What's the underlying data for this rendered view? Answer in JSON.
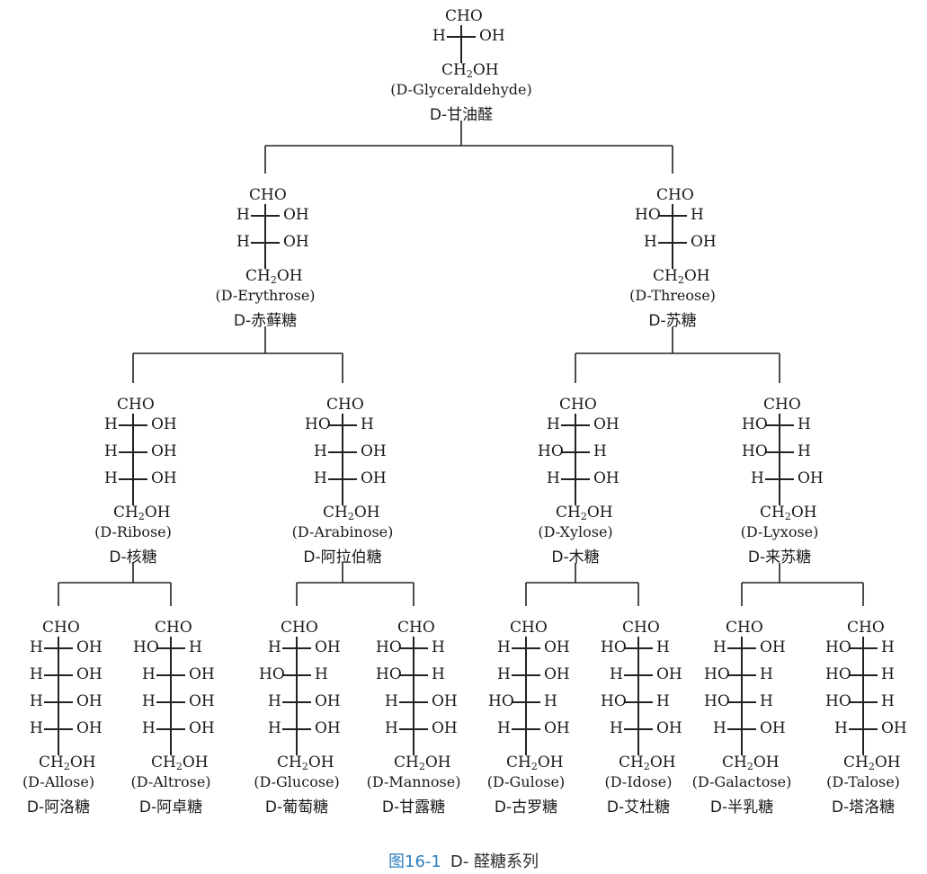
{
  "figure": {
    "label": "图16-1",
    "title": "D- 醛糖系列"
  },
  "formula": {
    "top": "CHO",
    "bottom_main": "CH",
    "bottom_sub": "2",
    "bottom_tail": "OH"
  },
  "molecules": [
    {
      "id": "glyceraldehyde",
      "en": "(D-Glyceraldehyde)",
      "cn": "D-甘油醛",
      "rows": [
        [
          "H",
          "OH"
        ]
      ]
    },
    {
      "id": "erythrose",
      "en": "(D-Erythrose)",
      "cn": "D-赤藓糖",
      "rows": [
        [
          "H",
          "OH"
        ],
        [
          "H",
          "OH"
        ]
      ]
    },
    {
      "id": "threose",
      "en": "(D-Threose)",
      "cn": "D-苏糖",
      "rows": [
        [
          "HO",
          "H"
        ],
        [
          "H",
          "OH"
        ]
      ]
    },
    {
      "id": "ribose",
      "en": "(D-Ribose)",
      "cn": "D-核糖",
      "rows": [
        [
          "H",
          "OH"
        ],
        [
          "H",
          "OH"
        ],
        [
          "H",
          "OH"
        ]
      ]
    },
    {
      "id": "arabinose",
      "en": "(D-Arabinose)",
      "cn": "D-阿拉伯糖",
      "rows": [
        [
          "HO",
          "H"
        ],
        [
          "H",
          "OH"
        ],
        [
          "H",
          "OH"
        ]
      ]
    },
    {
      "id": "xylose",
      "en": "(D-Xylose)",
      "cn": "D-木糖",
      "rows": [
        [
          "H",
          "OH"
        ],
        [
          "HO",
          "H"
        ],
        [
          "H",
          "OH"
        ]
      ]
    },
    {
      "id": "lyxose",
      "en": "(D-Lyxose)",
      "cn": "D-来苏糖",
      "rows": [
        [
          "HO",
          "H"
        ],
        [
          "HO",
          "H"
        ],
        [
          "H",
          "OH"
        ]
      ]
    },
    {
      "id": "allose",
      "en": "(D-Allose)",
      "cn": "D-阿洛糖",
      "rows": [
        [
          "H",
          "OH"
        ],
        [
          "H",
          "OH"
        ],
        [
          "H",
          "OH"
        ],
        [
          "H",
          "OH"
        ]
      ]
    },
    {
      "id": "altrose",
      "en": "(D-Altrose)",
      "cn": "D-阿卓糖",
      "rows": [
        [
          "HO",
          "H"
        ],
        [
          "H",
          "OH"
        ],
        [
          "H",
          "OH"
        ],
        [
          "H",
          "OH"
        ]
      ]
    },
    {
      "id": "glucose",
      "en": "(D-Glucose)",
      "cn": "D-葡萄糖",
      "rows": [
        [
          "H",
          "OH"
        ],
        [
          "HO",
          "H"
        ],
        [
          "H",
          "OH"
        ],
        [
          "H",
          "OH"
        ]
      ]
    },
    {
      "id": "mannose",
      "en": "(D-Mannose)",
      "cn": "D-甘露糖",
      "rows": [
        [
          "HO",
          "H"
        ],
        [
          "HO",
          "H"
        ],
        [
          "H",
          "OH"
        ],
        [
          "H",
          "OH"
        ]
      ]
    },
    {
      "id": "gulose",
      "en": "(D-Gulose)",
      "cn": "D-古罗糖",
      "rows": [
        [
          "H",
          "OH"
        ],
        [
          "H",
          "OH"
        ],
        [
          "HO",
          "H"
        ],
        [
          "H",
          "OH"
        ]
      ]
    },
    {
      "id": "idose",
      "en": "(D-Idose)",
      "cn": "D-艾杜糖",
      "rows": [
        [
          "HO",
          "H"
        ],
        [
          "H",
          "OH"
        ],
        [
          "HO",
          "H"
        ],
        [
          "H",
          "OH"
        ]
      ]
    },
    {
      "id": "galactose",
      "en": "(D-Galactose)",
      "cn": "D-半乳糖",
      "rows": [
        [
          "H",
          "OH"
        ],
        [
          "HO",
          "H"
        ],
        [
          "HO",
          "H"
        ],
        [
          "H",
          "OH"
        ]
      ]
    },
    {
      "id": "talose",
      "en": "(D-Talose)",
      "cn": "D-塔洛糖",
      "rows": [
        [
          "HO",
          "H"
        ],
        [
          "HO",
          "H"
        ],
        [
          "HO",
          "H"
        ],
        [
          "H",
          "OH"
        ]
      ]
    }
  ]
}
